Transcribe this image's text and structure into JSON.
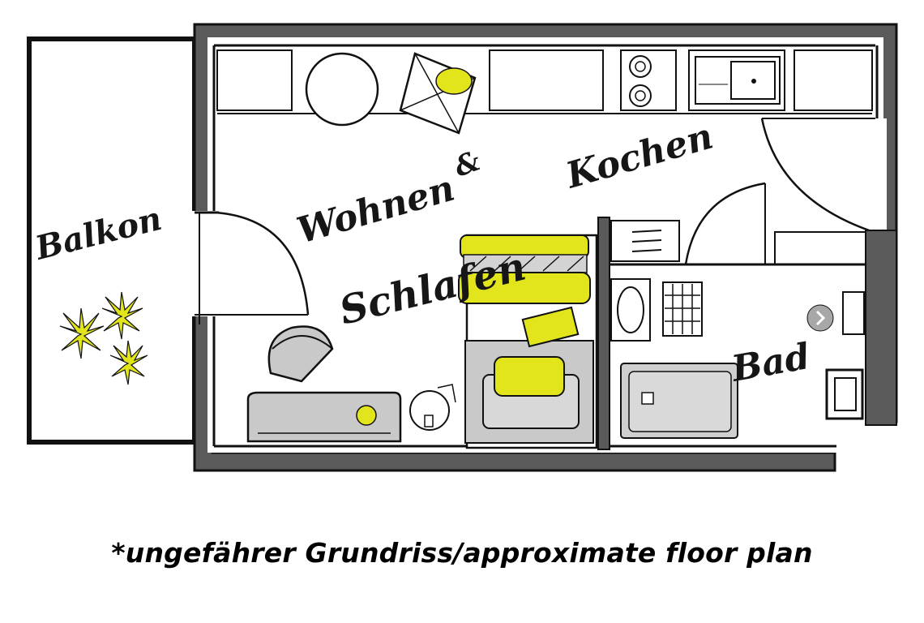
{
  "rooms": {
    "balcony": "Balkon",
    "living_line1": "Wohnen",
    "living_amp": "&",
    "living_line2": "Schlafen",
    "kitchen": "Kochen",
    "bath": "Bad"
  },
  "caption": "*ungefährer Grundriss/approximate floor plan",
  "colors": {
    "accent": "#e3e51c",
    "wall": "#555555",
    "furniture": "#c9c9c9",
    "ink": "#111111"
  },
  "icons": [
    "sofa-icon",
    "bed-icon",
    "armchair-icon",
    "plant-icon",
    "sink-icon",
    "stove-icon",
    "bathtub-icon",
    "toilet-icon",
    "shower-icon"
  ]
}
